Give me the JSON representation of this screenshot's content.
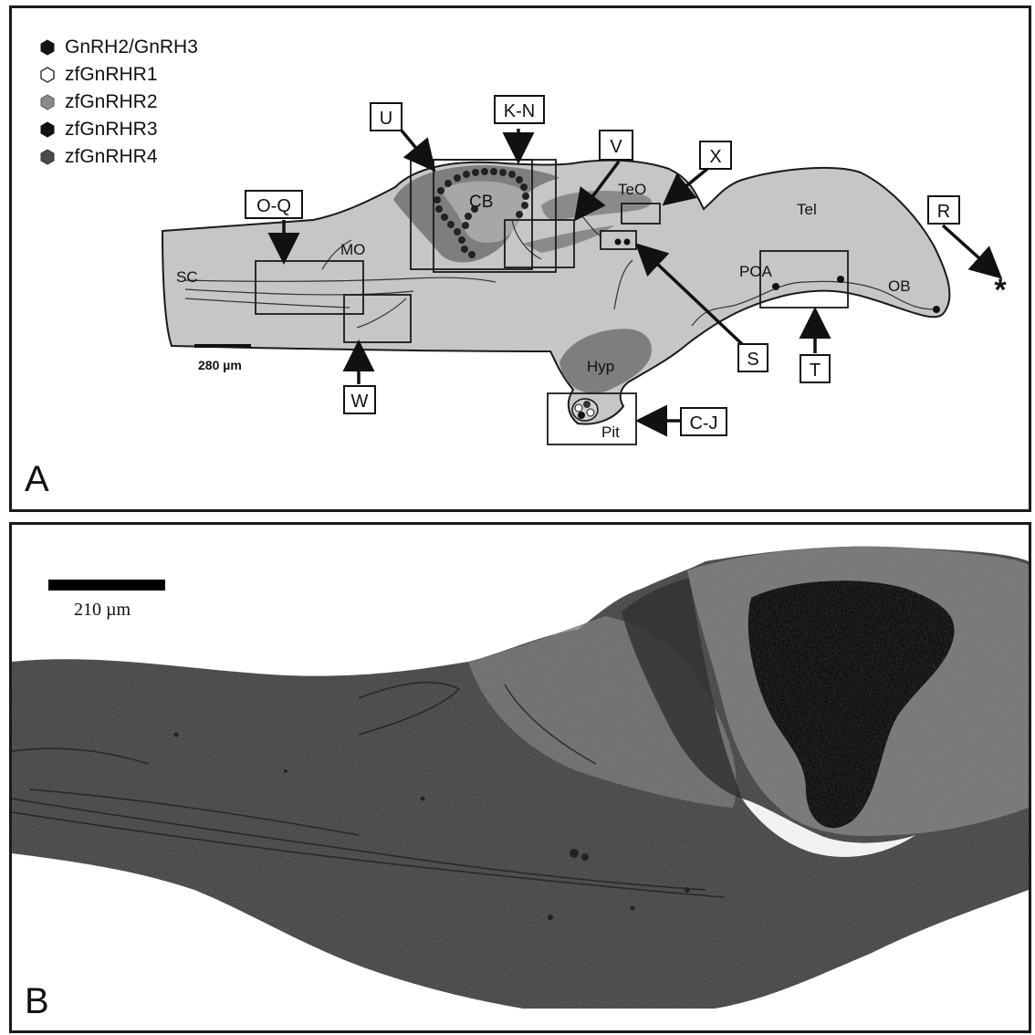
{
  "panel_a": {
    "letter": "A",
    "legend": [
      {
        "label": "GnRH2/GnRH3",
        "color": "#151515",
        "stroke": "#151515"
      },
      {
        "label": "zfGnRHR1",
        "color": "#ffffff",
        "stroke": "#333333"
      },
      {
        "label": "zfGnRHR2",
        "color": "#8a8a8a",
        "stroke": "#555555"
      },
      {
        "label": "zfGnRHR3",
        "color": "#111111",
        "stroke": "#111111"
      },
      {
        "label": "zfGnRHR4",
        "color": "#4a4a4a",
        "stroke": "#333333"
      }
    ],
    "regions": {
      "cb": "CB",
      "teo": "TeO",
      "tel": "Tel",
      "mo": "MO",
      "sc": "SC",
      "poa": "POA",
      "ob": "OB",
      "hyp": "Hyp",
      "pit": "Pit"
    },
    "callouts": {
      "u": "U",
      "kn": "K-N",
      "v": "V",
      "x": "X",
      "oq": "O-Q",
      "r": "R",
      "s": "S",
      "t": "T",
      "w": "W",
      "cj": "C-J"
    },
    "asterisk": "*",
    "scale_label": "280 µm"
  },
  "panel_b": {
    "letter": "B",
    "scale_label": "210 µm"
  },
  "colors": {
    "brain_fill": "#c6c6c6",
    "dark_region": "#7e7e7e",
    "tissue": "#6c6c6c"
  }
}
